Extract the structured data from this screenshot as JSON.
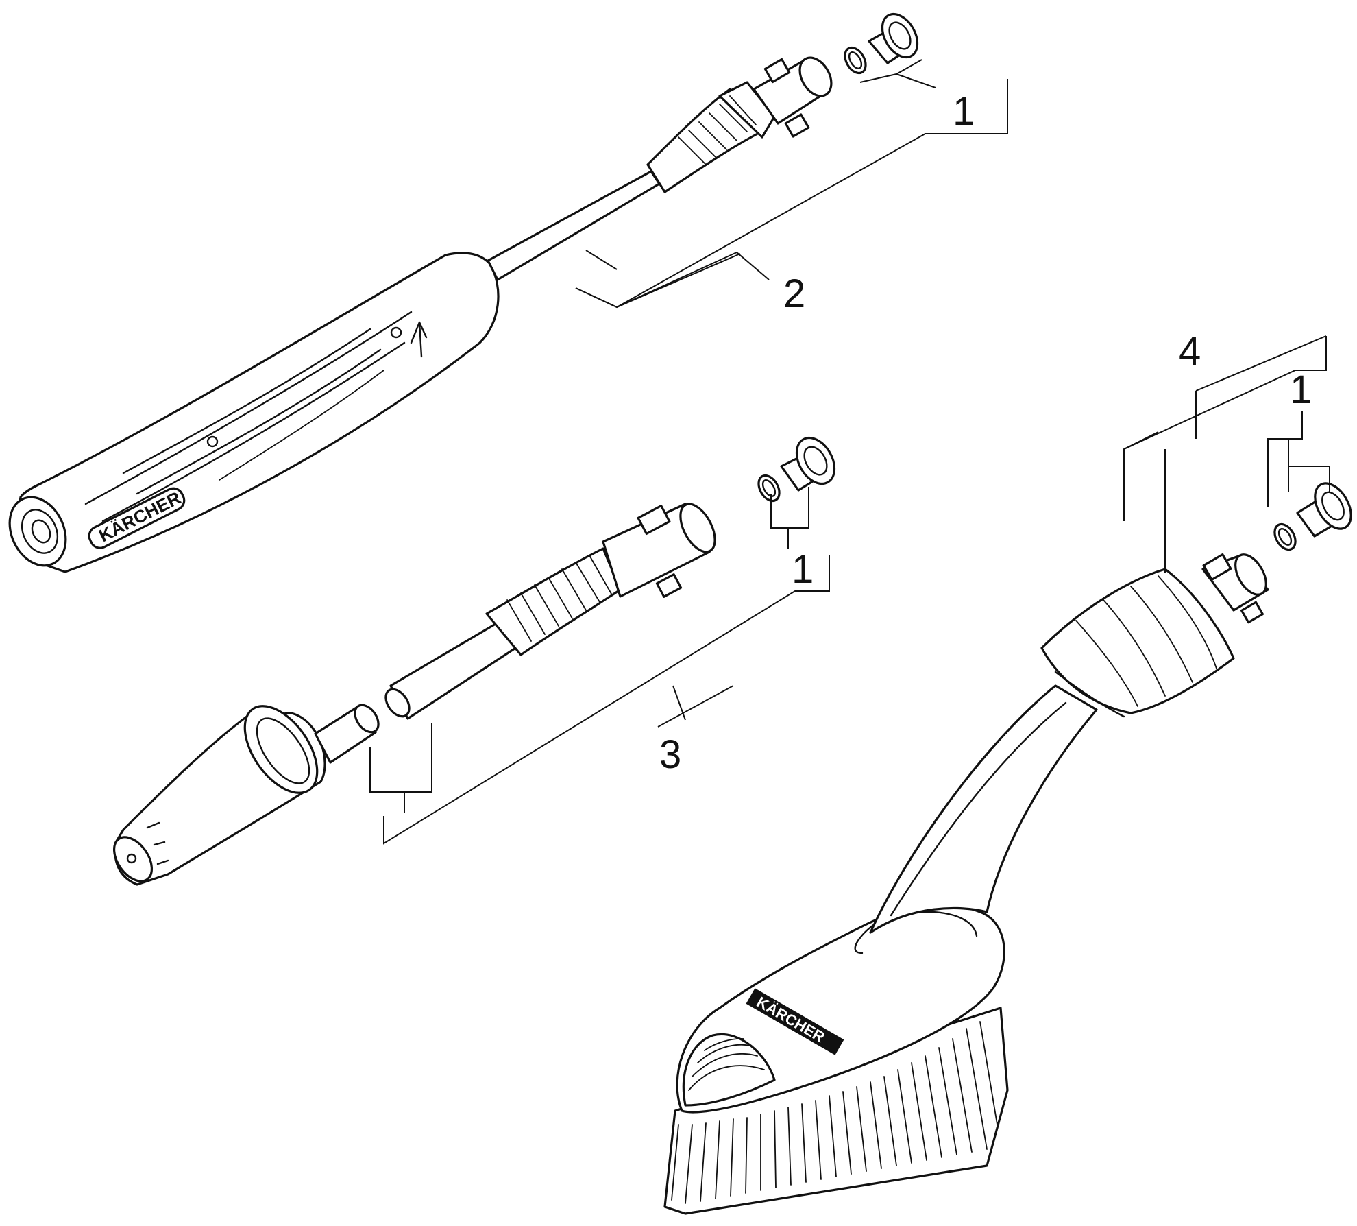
{
  "callouts": {
    "c1_top": "1",
    "c2": "2",
    "c3": "3",
    "c1_mid": "1",
    "c4": "4",
    "c1_right": "1"
  },
  "brand": {
    "handle_logo": "KÄRCHER",
    "brush_logo": "KÄRCHER"
  },
  "colors": {
    "line": "#111111",
    "background": "#ffffff"
  }
}
